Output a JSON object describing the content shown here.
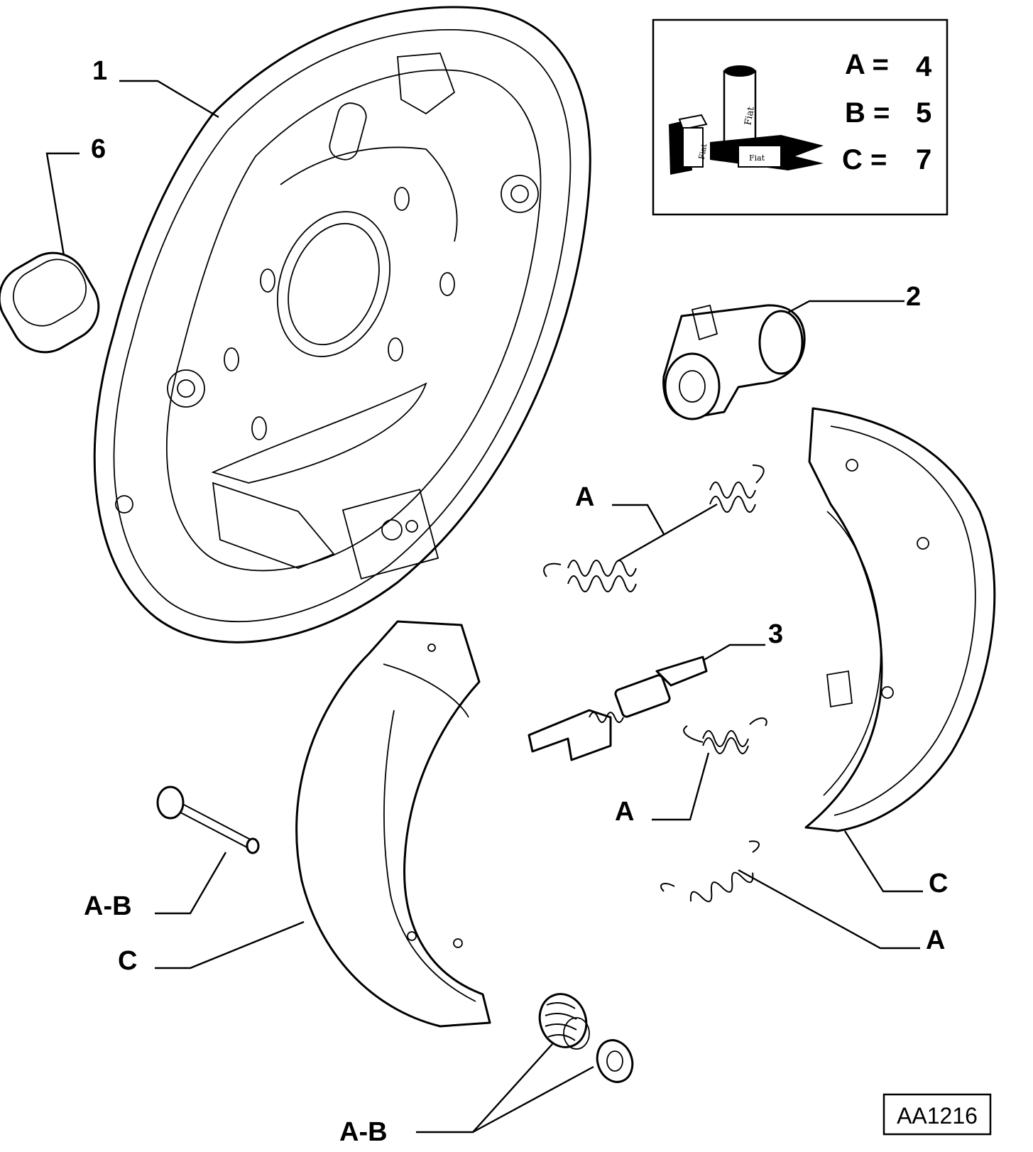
{
  "callouts": {
    "c1": "1",
    "c2": "2",
    "c3": "3",
    "c6": "6",
    "a_top": "A",
    "a_mid": "A",
    "a_low": "A",
    "c_right": "C",
    "c_left": "C",
    "ab_pin": "A-B",
    "ab_spring": "A-B"
  },
  "legend": {
    "rows": [
      {
        "key": "A =",
        "value": "4"
      },
      {
        "key": "B =",
        "value": "5"
      },
      {
        "key": "C =",
        "value": "7"
      }
    ],
    "pack_text_1": "Fiat",
    "pack_text_2": "Fiat",
    "pack_text_3": "Fiat"
  },
  "ref_code": "AA1216",
  "colors": {
    "ink": "#000000",
    "paper": "#ffffff"
  }
}
